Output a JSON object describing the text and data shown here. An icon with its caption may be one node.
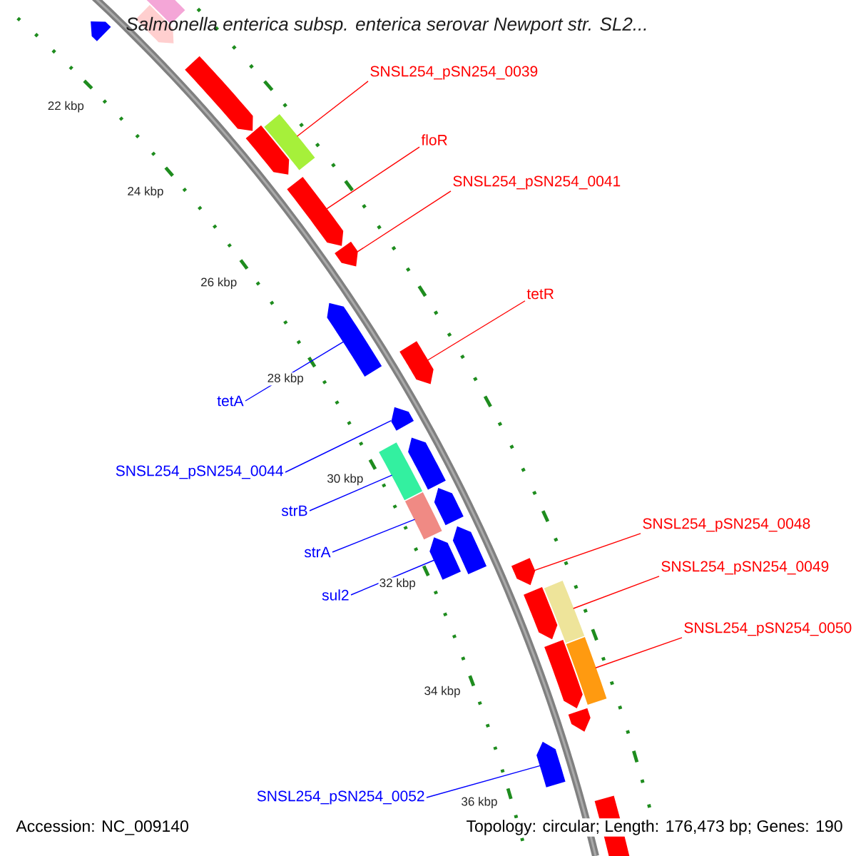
{
  "diagram": {
    "title": "Salmonella enterica subsp. enterica serovar Newport str. SL2...",
    "nodes": [
      {
        "text": [
          "SNSL254_pSN254_0039"
        ]
      },
      {
        "text": [
          "floR"
        ]
      },
      {
        "text": [
          "SNSL254_pSN254_0041"
        ]
      },
      {
        "text": [
          "tetR"
        ]
      },
      {
        "text": [
          "tetA"
        ]
      },
      {
        "text": [
          "SNSL254_pSN254_0044"
        ]
      },
      {
        "text": [
          "strB"
        ]
      },
      {
        "text": [
          "strA"
        ]
      },
      {
        "text": [
          "sul2"
        ]
      },
      {
        "text": [
          "SNSL254_pSN254_0048"
        ]
      },
      {
        "text": [
          "SNSL254_pSN254_0049"
        ]
      },
      {
        "text": [
          "SNSL254_pSN254_0050"
        ]
      },
      {
        "text": [
          "SNSL254_pSN254_0052"
        ]
      },
      {
        "text": [],
        "shape": "arrow"
      },
      {
        "text": [],
        "shape": "box"
      },
      {
        "text": [],
        "shape": "arrow"
      },
      {
        "text": [],
        "shape": "arrow"
      },
      {
        "text": [],
        "shape": "box"
      },
      {
        "text": [],
        "shape": "arrow"
      },
      {
        "text": [],
        "shape": "arrow"
      },
      {
        "text": [],
        "shape": "arrow"
      },
      {
        "text": [],
        "shape": "arrow"
      },
      {
        "text": [],
        "shape": "arrow"
      },
      {
        "text": [],
        "shape": "arrow"
      },
      {
        "text": [],
        "shape": "arrow"
      },
      {
        "text": [],
        "shape": "box"
      },
      {
        "text": [],
        "shape": "box"
      },
      {
        "text": [],
        "shape": "arrow"
      },
      {
        "text": [],
        "shape": "arrow"
      },
      {
        "text": [],
        "shape": "arrow"
      },
      {
        "text": [],
        "shape": "arrow"
      },
      {
        "text": [],
        "shape": "arrow"
      },
      {
        "text": [],
        "shape": "box"
      },
      {
        "text": [],
        "shape": "arrow"
      },
      {
        "text": [],
        "shape": "box"
      },
      {
        "text": [],
        "shape": "arrow"
      },
      {
        "text": [],
        "shape": "arrow"
      },
      {
        "text": [],
        "shape": "arrow"
      }
    ],
    "edges": [
      {
        "from": 0,
        "to": 17,
        "arrow": "none"
      },
      {
        "from": 1,
        "to": 19,
        "arrow": "none"
      },
      {
        "from": 2,
        "to": 20,
        "arrow": "none"
      },
      {
        "from": 3,
        "to": 22,
        "arrow": "none"
      },
      {
        "from": 4,
        "to": 21,
        "arrow": "none",
        "color": "#0000ff"
      },
      {
        "from": 5,
        "to": 23,
        "arrow": "none",
        "color": "#0000ff"
      },
      {
        "from": 6,
        "to": 25,
        "arrow": "none",
        "color": "#0000ff"
      },
      {
        "from": 7,
        "to": 26,
        "arrow": "none",
        "color": "#0000ff"
      },
      {
        "from": 8,
        "to": 28,
        "arrow": "none",
        "color": "#0000ff"
      },
      {
        "from": 9,
        "to": 30,
        "arrow": "none"
      },
      {
        "from": 10,
        "to": 32,
        "arrow": "none"
      },
      {
        "from": 11,
        "to": 34,
        "arrow": "none"
      },
      {
        "from": 12,
        "to": 36,
        "arrow": "none",
        "color": "#0000ff"
      }
    ],
    "labels": [
      "22 kbp",
      "24 kbp",
      "26 kbp",
      "28 kbp",
      "30 kbp",
      "32 kbp",
      "34 kbp",
      "36 kbp",
      "Accession: NC_009140",
      "Topology: circular; Length: 176,473 bp; Genes: 190"
    ]
  }
}
